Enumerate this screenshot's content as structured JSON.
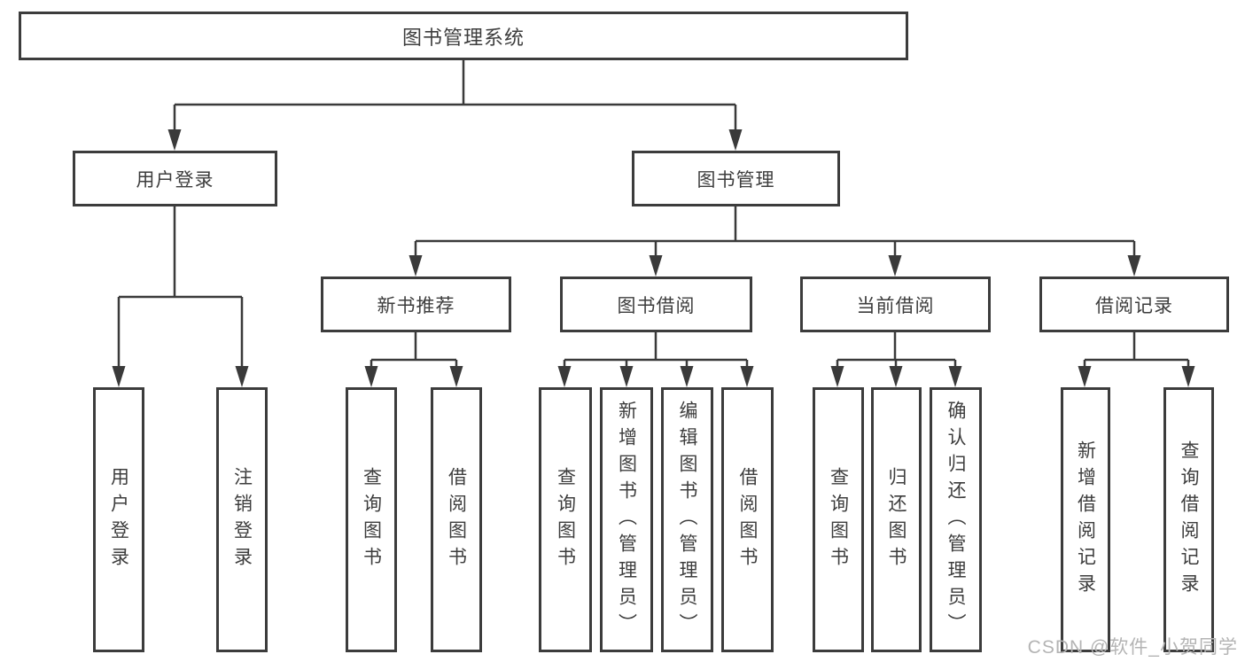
{
  "tree": {
    "root": {
      "label": "图书管理系统"
    },
    "level2": [
      {
        "label": "用户登录",
        "children": [
          {
            "label": "用户登录"
          },
          {
            "label": "注销登录"
          }
        ]
      },
      {
        "label": "图书管理",
        "children": [
          {
            "label": "新书推荐",
            "children": [
              {
                "label": "查询图书"
              },
              {
                "label": "借阅图书"
              }
            ]
          },
          {
            "label": "图书借阅",
            "children": [
              {
                "label": "查询图书"
              },
              {
                "label": "新增图书（管理员）"
              },
              {
                "label": "编辑图书（管理员）"
              },
              {
                "label": "借阅图书"
              }
            ]
          },
          {
            "label": "当前借阅",
            "children": [
              {
                "label": "查询图书"
              },
              {
                "label": "归还图书"
              },
              {
                "label": "确认归还（管理员）"
              }
            ]
          },
          {
            "label": "借阅记录",
            "children": [
              {
                "label": "新增借阅记录"
              },
              {
                "label": "查询借阅记录"
              }
            ]
          }
        ]
      }
    ]
  },
  "watermark": "CSDN @软件_小贺同学",
  "colors": {
    "line": "#3a3a3a",
    "border": "#3c3c3c",
    "text": "#3d3d3d",
    "background": "#ffffff",
    "watermark": "#b4b4b4"
  }
}
